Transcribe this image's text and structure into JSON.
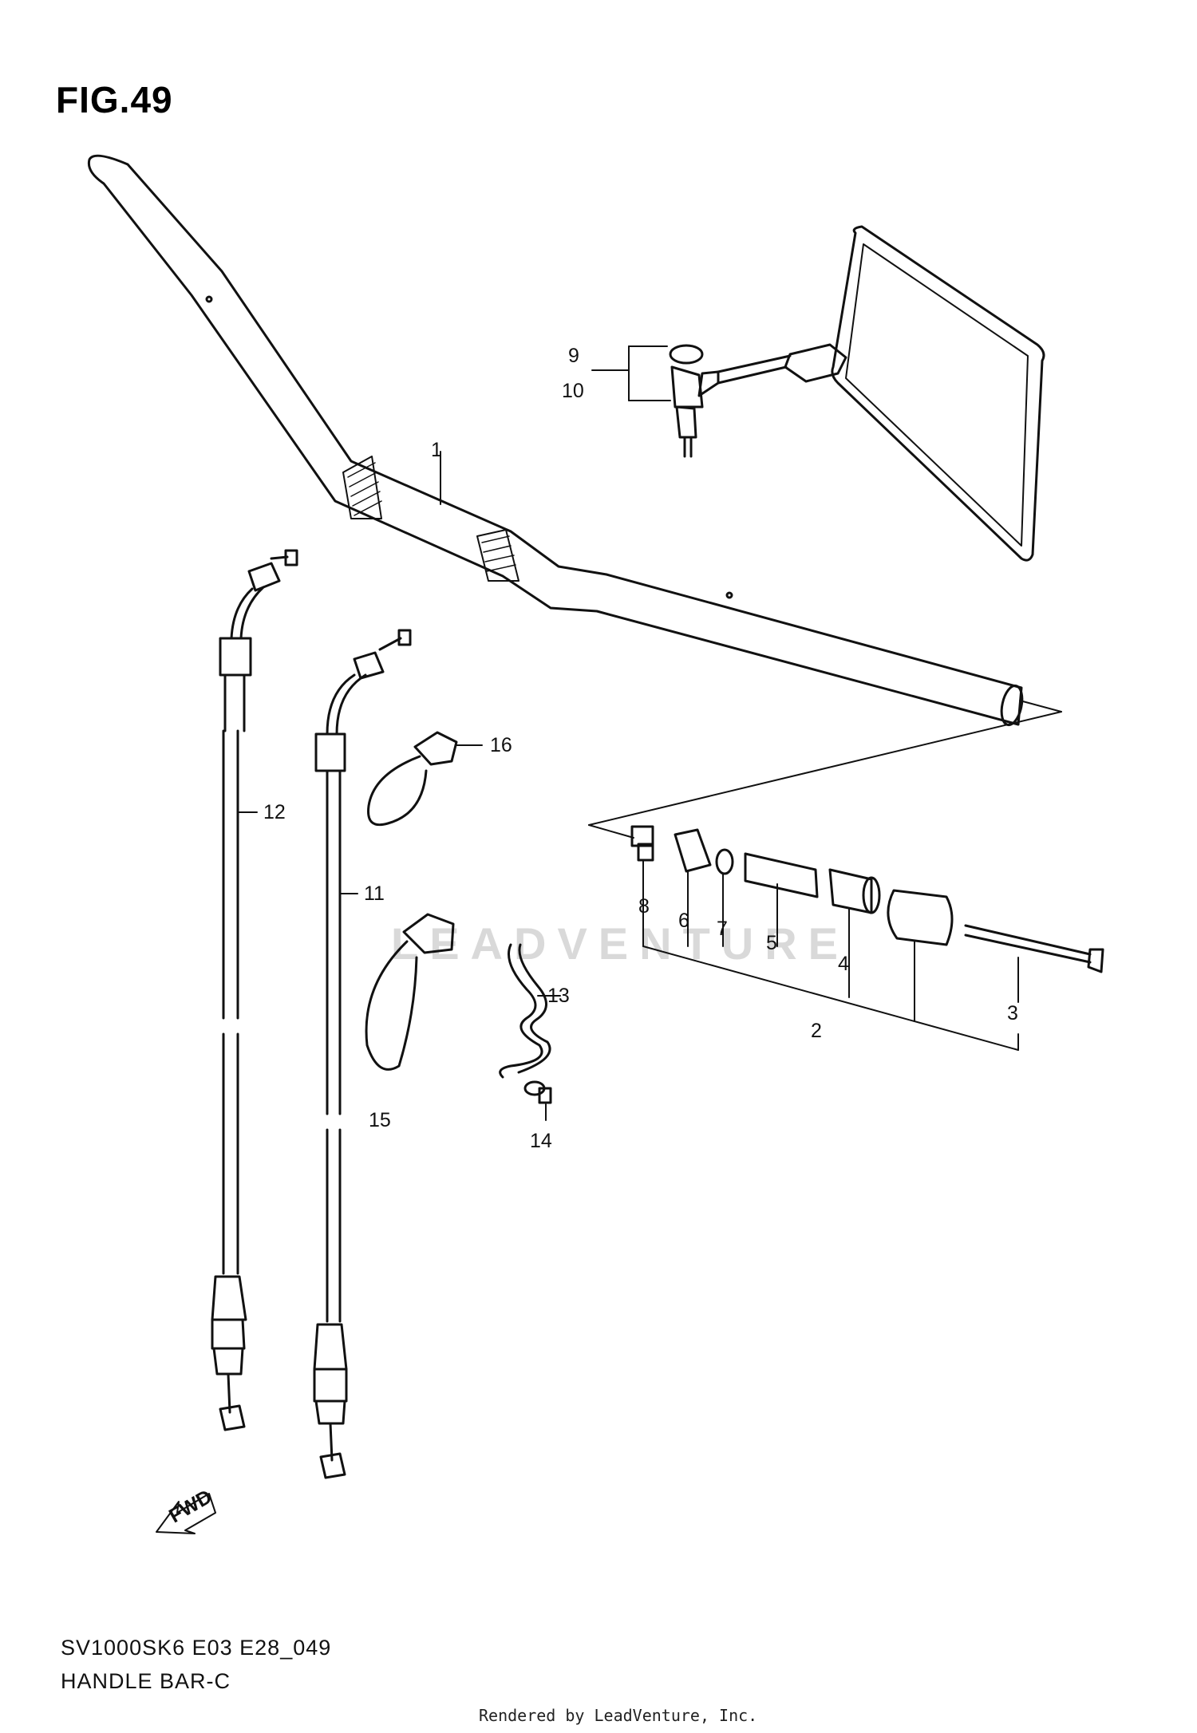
{
  "figure": {
    "title": "FIG.49",
    "model_code": "SV1000SK6 E03 E28_049",
    "section_name": "HANDLE BAR-C",
    "rendered_by": "Rendered by LeadVenture, Inc.",
    "watermark": "LEADVENTURE",
    "fwd_label": "FWD"
  },
  "callouts": {
    "c1": "1",
    "c2": "2",
    "c3": "3",
    "c4": "4",
    "c5": "5",
    "c6": "6",
    "c7": "7",
    "c8": "8",
    "c9": "9",
    "c10": "10",
    "c11": "11",
    "c12": "12",
    "c13": "13",
    "c14": "14",
    "c15": "15",
    "c16": "16"
  },
  "colors": {
    "line": "#111111",
    "background": "#ffffff",
    "watermark": "#d9d9d9"
  }
}
